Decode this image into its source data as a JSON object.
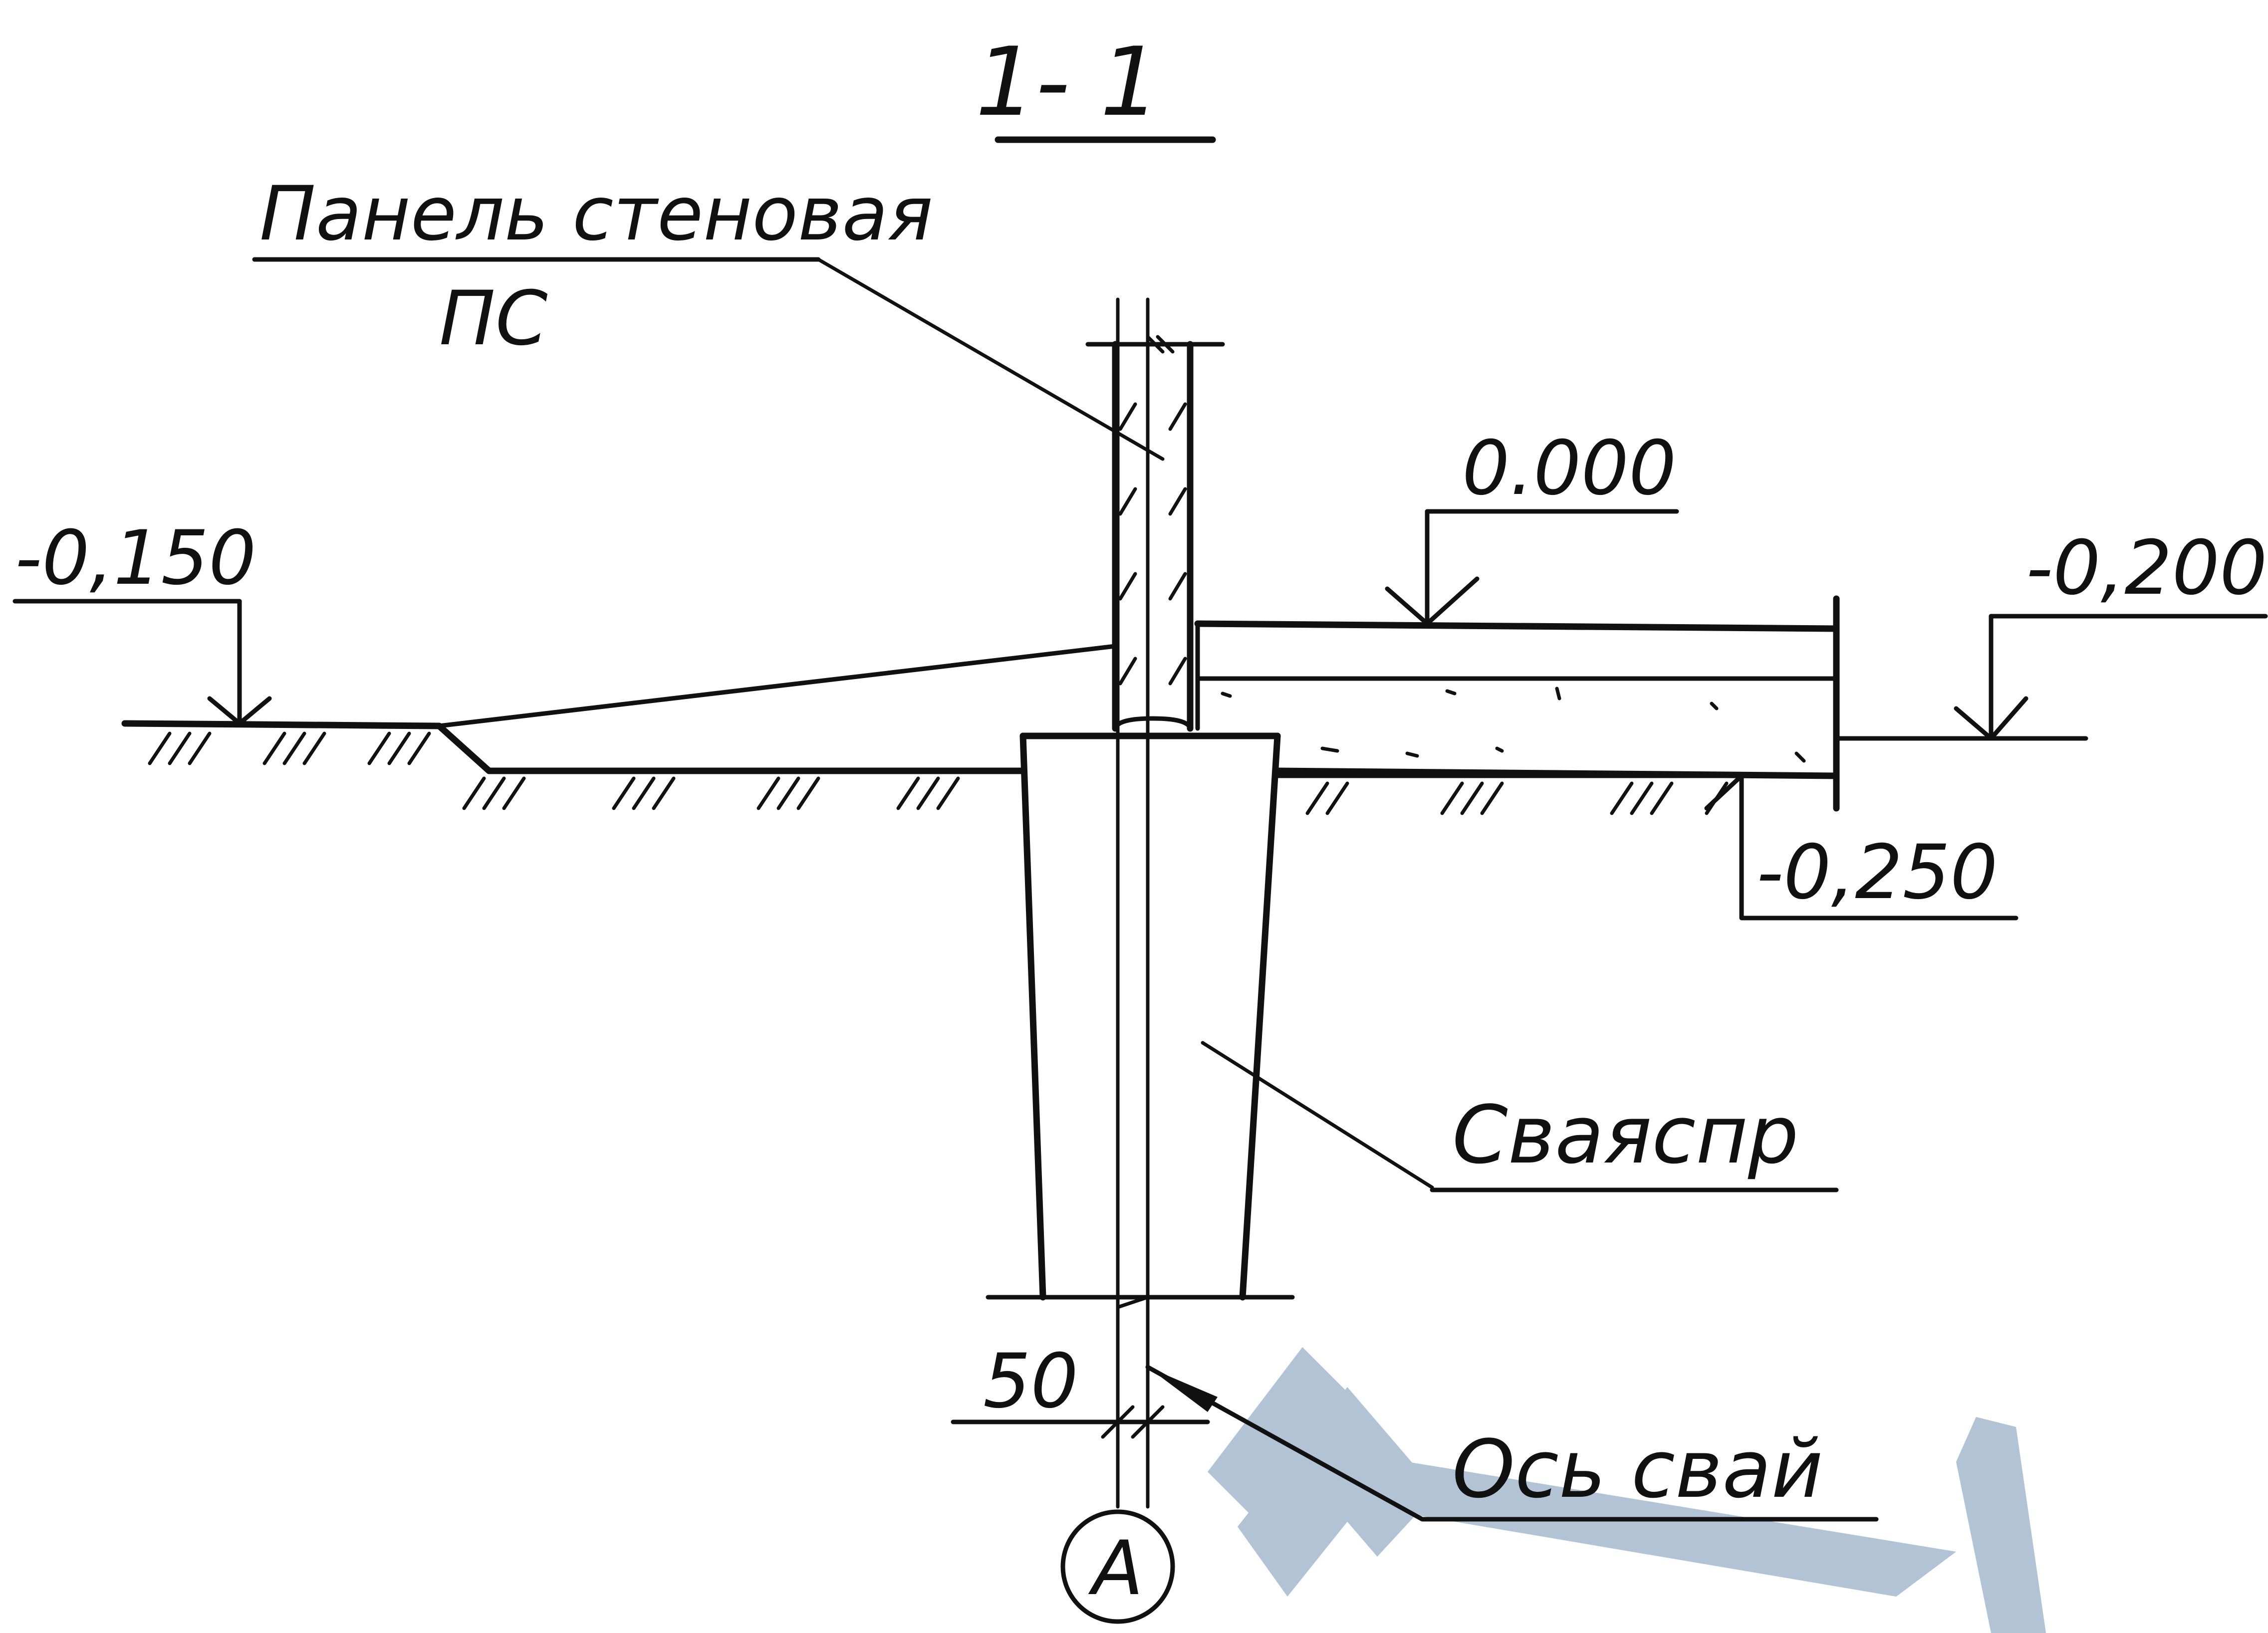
{
  "section_title": "1- 1",
  "labels": {
    "wall_panel_line1": "Панель стеновая",
    "wall_panel_line2": "ПС",
    "pile": "Сваяспр",
    "pile_axis": "Ось свай"
  },
  "elevations": {
    "floor": "0.000",
    "left_ground": "-0,150",
    "right_ground": "-0,200",
    "subgrade": "-0,250"
  },
  "dimensions": {
    "axis_offset": "50"
  },
  "axis_marker": "А",
  "colors": {
    "ink": "#111111",
    "watermark": "#a9bdd0"
  }
}
